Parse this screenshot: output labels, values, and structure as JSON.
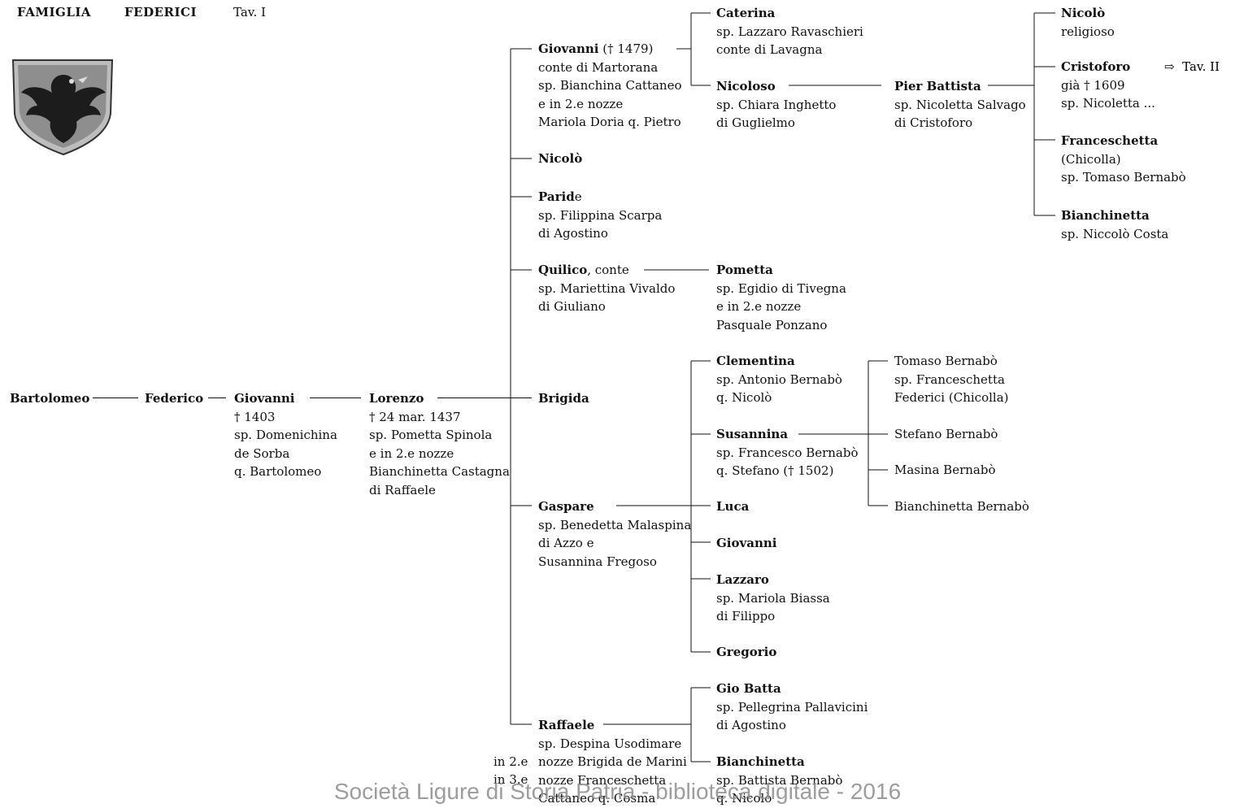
{
  "header": {
    "famiglia": "FAMIGLIA",
    "federici": "FEDERICI",
    "tav": "Tav. I"
  },
  "crossref": {
    "arrow": "⇨",
    "label": "Tav. II"
  },
  "watermark": "Società Ligure di Storia Patria - biblioteca digitale - 2016",
  "persons": {
    "bartolomeo": {
      "name": "Bartolomeo",
      "lines": []
    },
    "federico": {
      "name": "Federico",
      "lines": []
    },
    "giovanni_1403": {
      "name": "Giovanni",
      "lines": [
        "† 1403",
        "sp. Domenichina",
        "de Sorba",
        "q. Bartolomeo"
      ]
    },
    "lorenzo": {
      "name": "Lorenzo",
      "lines": [
        "† 24 mar. 1437",
        "sp. Pometta Spinola",
        "e in 2.e nozze",
        "Bianchinetta Castagna",
        "di Raffaele"
      ]
    },
    "giovanni_1479": {
      "name": "Giovanni",
      "suffix": " († 1479)",
      "lines": [
        "conte di Martorana",
        "sp. Bianchina Cattaneo",
        "e in 2.e nozze",
        "Mariola Doria q. Pietro"
      ]
    },
    "nicolo_a": {
      "name": "Nicolò",
      "lines": []
    },
    "paride": {
      "name": "Parid",
      "suffix": "e",
      "lines": [
        "sp. Filippina Scarpa",
        "di Agostino"
      ]
    },
    "quilico": {
      "name": "Quilico",
      "suffix": ", conte",
      "lines": [
        "sp. Mariettina Vivaldo",
        "di Giuliano"
      ]
    },
    "brigida": {
      "name": "Brigida",
      "lines": []
    },
    "gaspare": {
      "name": "Gaspare",
      "lines": [
        "sp. Benedetta Malaspina",
        "di Azzo e",
        "Susannina Fregoso"
      ]
    },
    "raffaele": {
      "name": "Raffaele",
      "lines": [
        "sp. Despina Usodimare",
        "nozze Brigida de Marini",
        "nozze Franceschetta",
        "Cattaneo q. Cosma"
      ],
      "prefix1": "in 2.e",
      "prefix2": "in 3.e"
    },
    "caterina": {
      "name": "Caterina",
      "lines": [
        "sp. Lazzaro Ravaschieri",
        "conte di Lavagna"
      ]
    },
    "nicoloso": {
      "name": "Nicoloso",
      "lines": [
        "sp. Chiara Inghetto",
        "di Guglielmo"
      ]
    },
    "pometta": {
      "name": "Pometta",
      "lines": [
        "sp. Egidio di Tivegna",
        "e in 2.e nozze",
        "Pasquale Ponzano"
      ]
    },
    "clementina": {
      "name": "Clementina",
      "lines": [
        "sp. Antonio Bernabò",
        "q. Nicolò"
      ]
    },
    "susannina": {
      "name": "Susannina",
      "lines": [
        "sp. Francesco Bernabò",
        "q. Stefano († 1502)"
      ]
    },
    "luca": {
      "name": "Luca",
      "lines": []
    },
    "giovanni_g": {
      "name": "Giovanni",
      "lines": []
    },
    "lazzaro": {
      "name": "Lazzaro",
      "lines": [
        "sp. Mariola Biassa",
        "di Filippo"
      ]
    },
    "gregorio": {
      "name": "Gregorio",
      "lines": []
    },
    "giobatta": {
      "name": "Gio Batta",
      "lines": [
        "sp. Pellegrina Pallavicini",
        "di Agostino"
      ]
    },
    "bianchinetta_r": {
      "name": "Bianchinetta",
      "lines": [
        "sp. Battista Bernabò",
        "q. Nicolò"
      ]
    },
    "pierbattista": {
      "name": "Pier Battista",
      "lines": [
        "sp. Nicoletta Salvago",
        "di Cristoforo"
      ]
    },
    "tomaso": {
      "name": "",
      "lines": [
        "Tomaso Bernabò",
        "sp. Franceschetta",
        "Federici (Chicolla)"
      ]
    },
    "stefano": {
      "name": "",
      "lines": [
        "Stefano Bernabò"
      ]
    },
    "masina": {
      "name": "",
      "lines": [
        "Masina Bernabò"
      ]
    },
    "bianchinetta_b": {
      "name": "",
      "lines": [
        "Bianchinetta Bernabò"
      ]
    },
    "nicolo_rel": {
      "name": "Nicolò",
      "lines": [
        "religioso"
      ]
    },
    "cristoforo": {
      "name": "Cristoforo",
      "lines": [
        "già † 1609",
        "sp. Nicoletta ..."
      ]
    },
    "franceschetta": {
      "name": "Franceschetta",
      "lines": [
        "(Chicolla)",
        "sp. Tomaso Bernabò"
      ]
    },
    "bianchinetta_c": {
      "name": "Bianchinetta",
      "lines": [
        "sp. Niccolò Costa"
      ]
    }
  }
}
